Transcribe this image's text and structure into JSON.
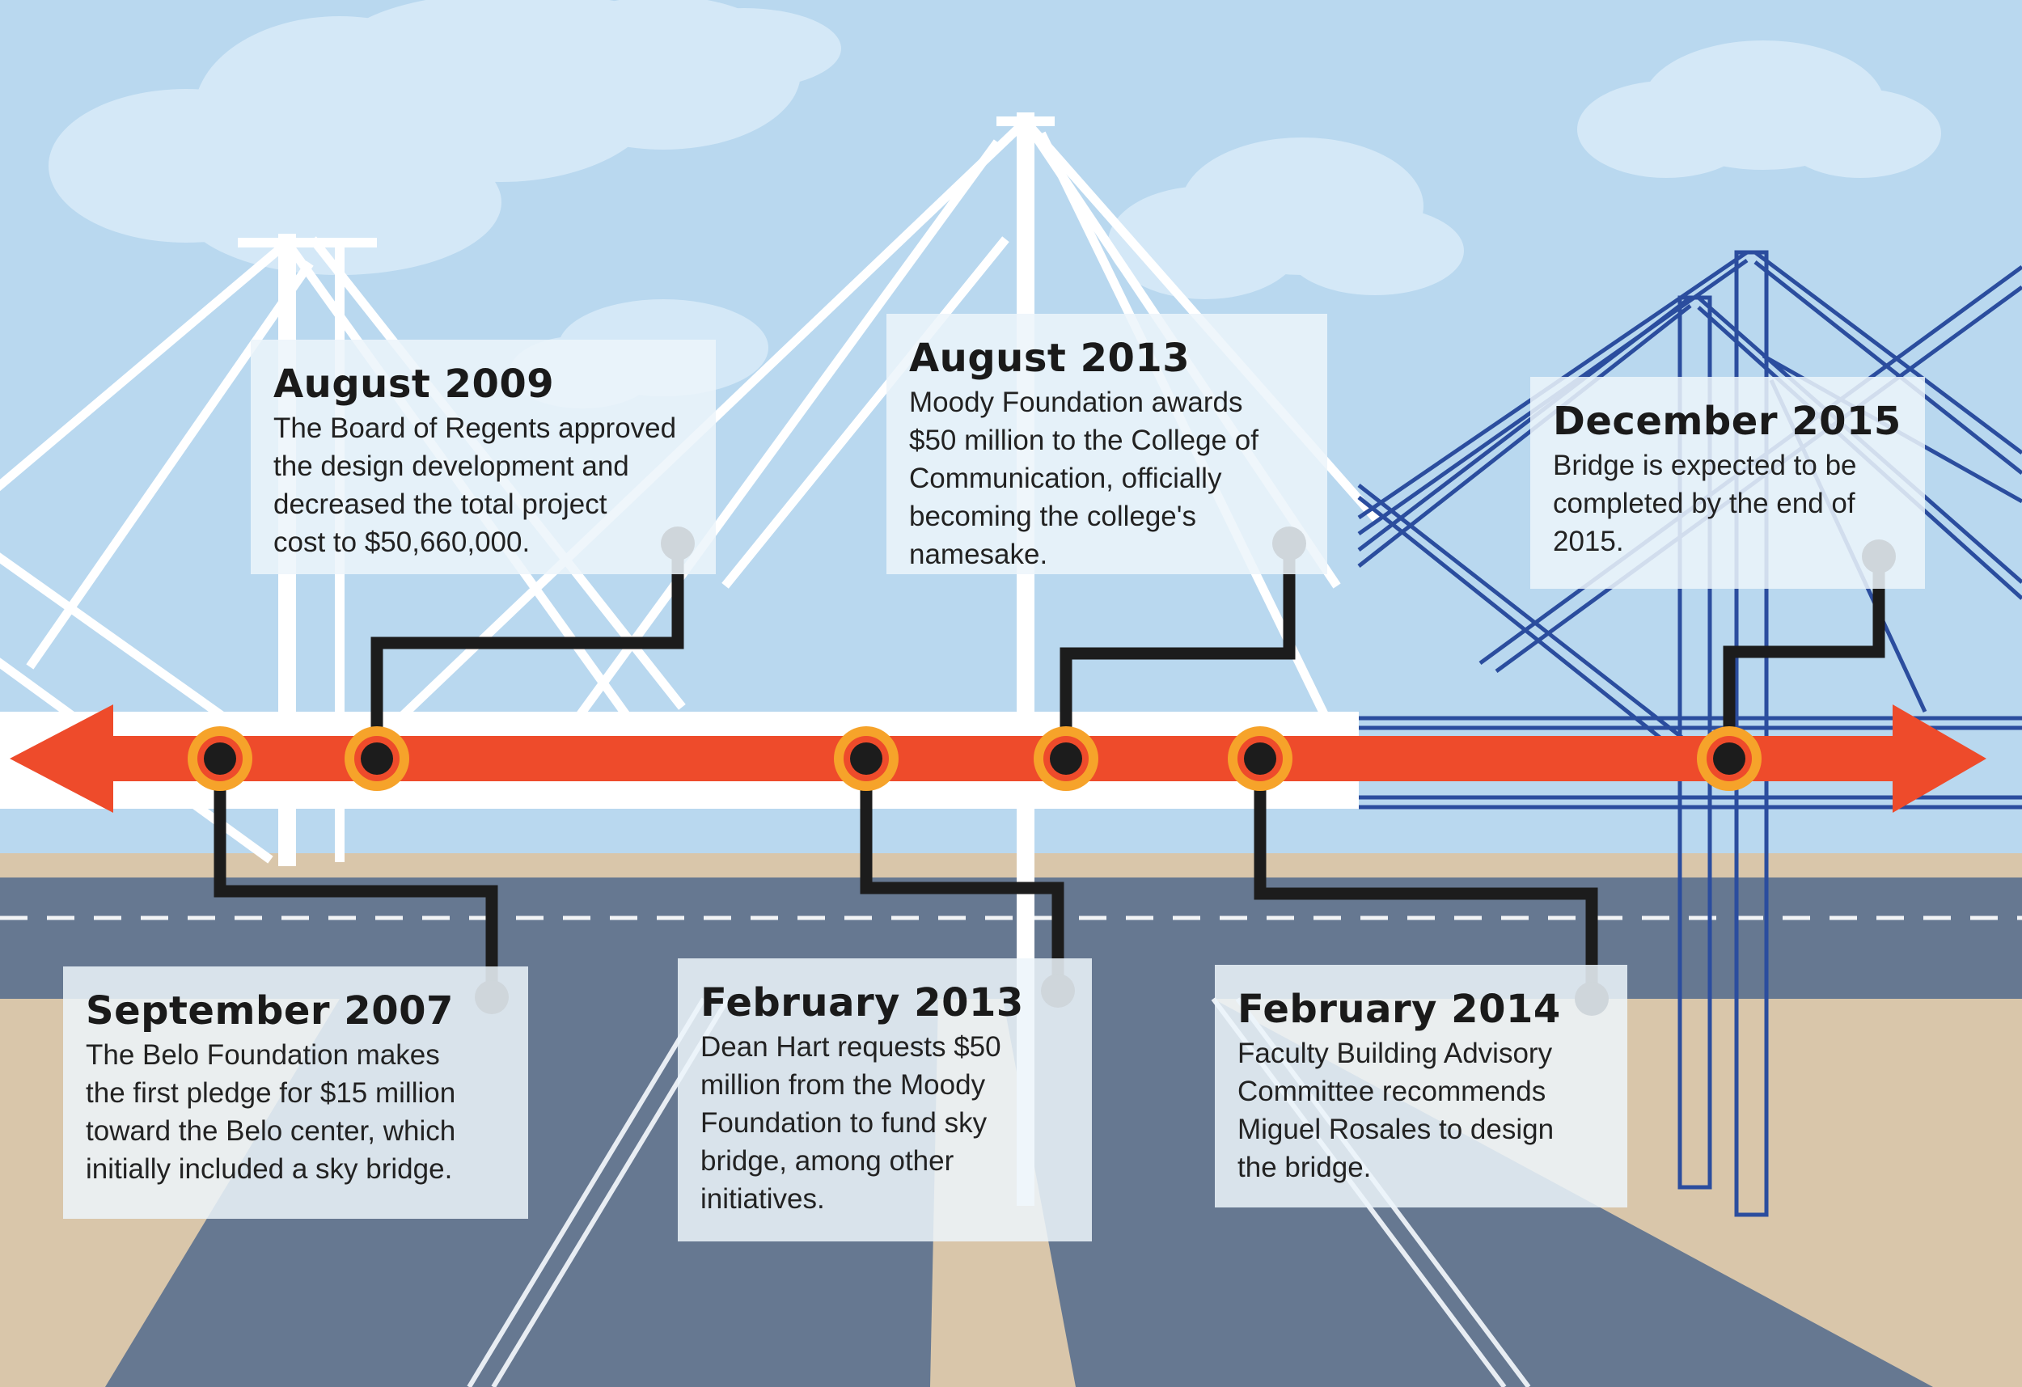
{
  "colors": {
    "sky": "#b9d8ef",
    "cloud": "#d2e7f6",
    "road": "#667891",
    "sidewalk": "#d9c6aa",
    "bridge_white": "#ffffff",
    "bridge_blue": "#2b4d9e",
    "timeline_arrow": "#ee4b2b",
    "marker_ring": "#f6a32a",
    "connector": "#1c1c1c"
  },
  "timeline": {
    "events": [
      {
        "date": "September 2007",
        "text": "The Belo Foundation makes\nthe first pledge for $15 million\ntoward the Belo center, which\ninitially included a sky bridge."
      },
      {
        "date": "August 2009",
        "text": "The Board of Regents approved\nthe design development and\ndecreased the total project\ncost to $50,660,000."
      },
      {
        "date": "February 2013",
        "text": "Dean Hart requests $50\nmillion from the Moody\nFoundation to fund sky\nbridge, among other\n initiatives."
      },
      {
        "date": "August 2013",
        "text": "Moody Foundation awards\n$50 million to the College of\nCommunication, officially\nbecoming the college's\nnamesake."
      },
      {
        "date": "February 2014",
        "text": "Faculty Building Advisory\nCommittee recommends\nMiguel Rosales to design\nthe bridge."
      },
      {
        "date": "December 2015",
        "text": "Bridge is expected to be\ncompleted by the end of\n2015."
      }
    ]
  }
}
